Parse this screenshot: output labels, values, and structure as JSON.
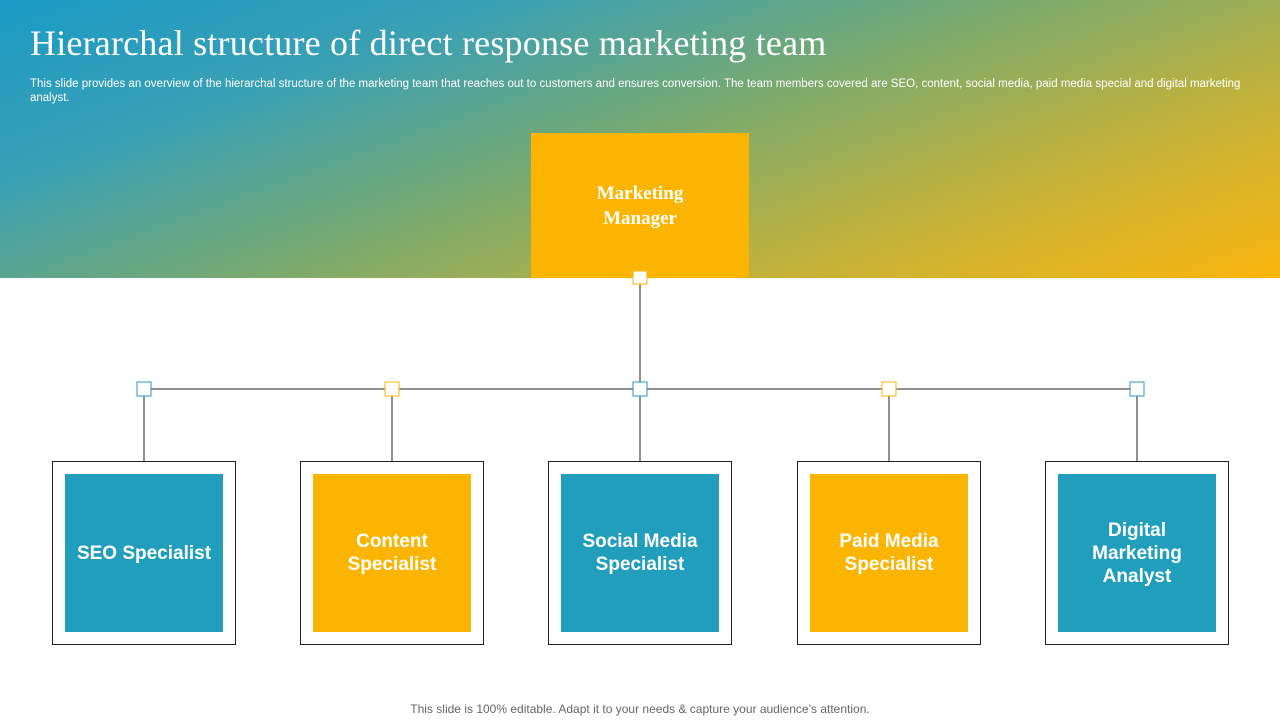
{
  "colors": {
    "teal": "#219ebc",
    "gold": "#fbb500"
  },
  "slide": {
    "title": "Hierarchal structure of direct response marketing team",
    "subtitle": "This slide provides an overview of the hierarchal structure of the marketing team that reaches out to customers and ensures conversion. The team members covered are SEO, content, social media, paid media special and digital marketing analyst.",
    "footer": "This slide is 100% editable. Adapt it to your needs & capture your audience’s attention."
  },
  "diagram": {
    "root": {
      "label": "Marketing Manager"
    },
    "members": [
      {
        "label": "SEO Specialist",
        "color": "teal"
      },
      {
        "label": "Content Specialist",
        "color": "gold"
      },
      {
        "label": "Social Media Specialist",
        "color": "teal"
      },
      {
        "label": "Paid Media Specialist",
        "color": "gold"
      },
      {
        "label": "Digital Marketing Analyst",
        "color": "teal"
      }
    ]
  }
}
